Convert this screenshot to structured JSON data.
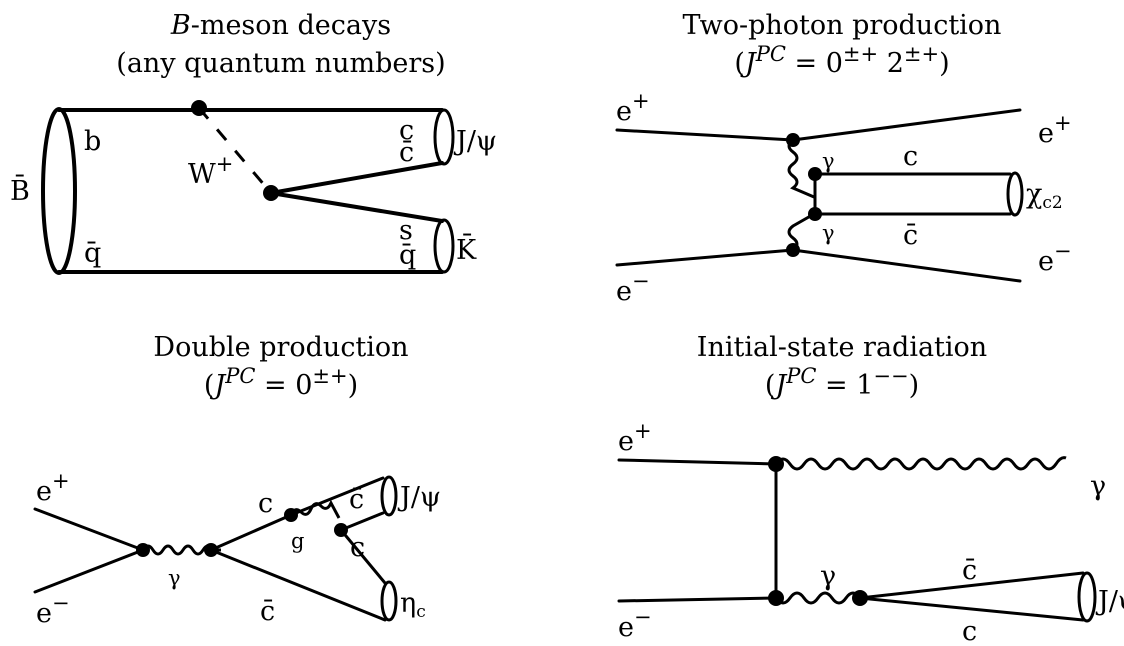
{
  "panels": {
    "bmeson": {
      "title_line1_italic": "B",
      "title_line1_rest": "-meson decays",
      "title_line2": "(any quantum numbers)",
      "labels": {
        "Bbar": "B̄",
        "b": "b",
        "qbar_left": "q̄",
        "W": "W",
        "W_sup": "+",
        "c": "c",
        "cbar": "c̄",
        "s": "s",
        "qbar_right": "q̄",
        "jpsi": "J/ψ",
        "Kbar": "K̄"
      }
    },
    "twophoton": {
      "title_line1": "Two-photon production",
      "jpc_open": "(",
      "jpc_J": "J",
      "jpc_PC": "PC",
      "jpc_eq": " = 0",
      "jpc_sup1": "±+",
      "jpc_mid": " 2",
      "jpc_sup2": "±+",
      "jpc_close": ")",
      "labels": {
        "eplus_in": "e",
        "eplus_in_sup": "+",
        "eminus_in": "e",
        "eminus_in_sup": "−",
        "eplus_out": "e",
        "eplus_out_sup": "+",
        "eminus_out": "e",
        "eminus_out_sup": "−",
        "gamma_top": "γ",
        "gamma_bot": "γ",
        "c": "c",
        "cbar": "c̄",
        "chi": "χ",
        "chi_sub": "c2"
      }
    },
    "double": {
      "title_line1": "Double production",
      "jpc_open": "(",
      "jpc_J": "J",
      "jpc_PC": "PC",
      "jpc_eq": " = 0",
      "jpc_sup": "±+",
      "jpc_close": ")",
      "labels": {
        "eplus": "e",
        "eplus_sup": "+",
        "eminus": "e",
        "eminus_sup": "−",
        "gamma": "γ",
        "c_top": "c",
        "cbar_top": "c̄",
        "g": "g",
        "c_mid": "c",
        "cbar_bot": "c̄",
        "jpsi": "J/ψ",
        "eta": "η",
        "eta_sub": "c"
      }
    },
    "isr": {
      "title_line1": "Initial-state radiation",
      "jpc_open": "(",
      "jpc_J": "J",
      "jpc_PC": "PC",
      "jpc_eq": " = 1",
      "jpc_sup": "−−",
      "jpc_close": ")",
      "labels": {
        "eplus": "e",
        "eplus_sup": "+",
        "eminus": "e",
        "eminus_sup": "−",
        "gamma_out": "γ",
        "gamma_int": "γ",
        "cbar": "c̄",
        "c": "c",
        "jpsi": "J/ψ"
      }
    }
  }
}
